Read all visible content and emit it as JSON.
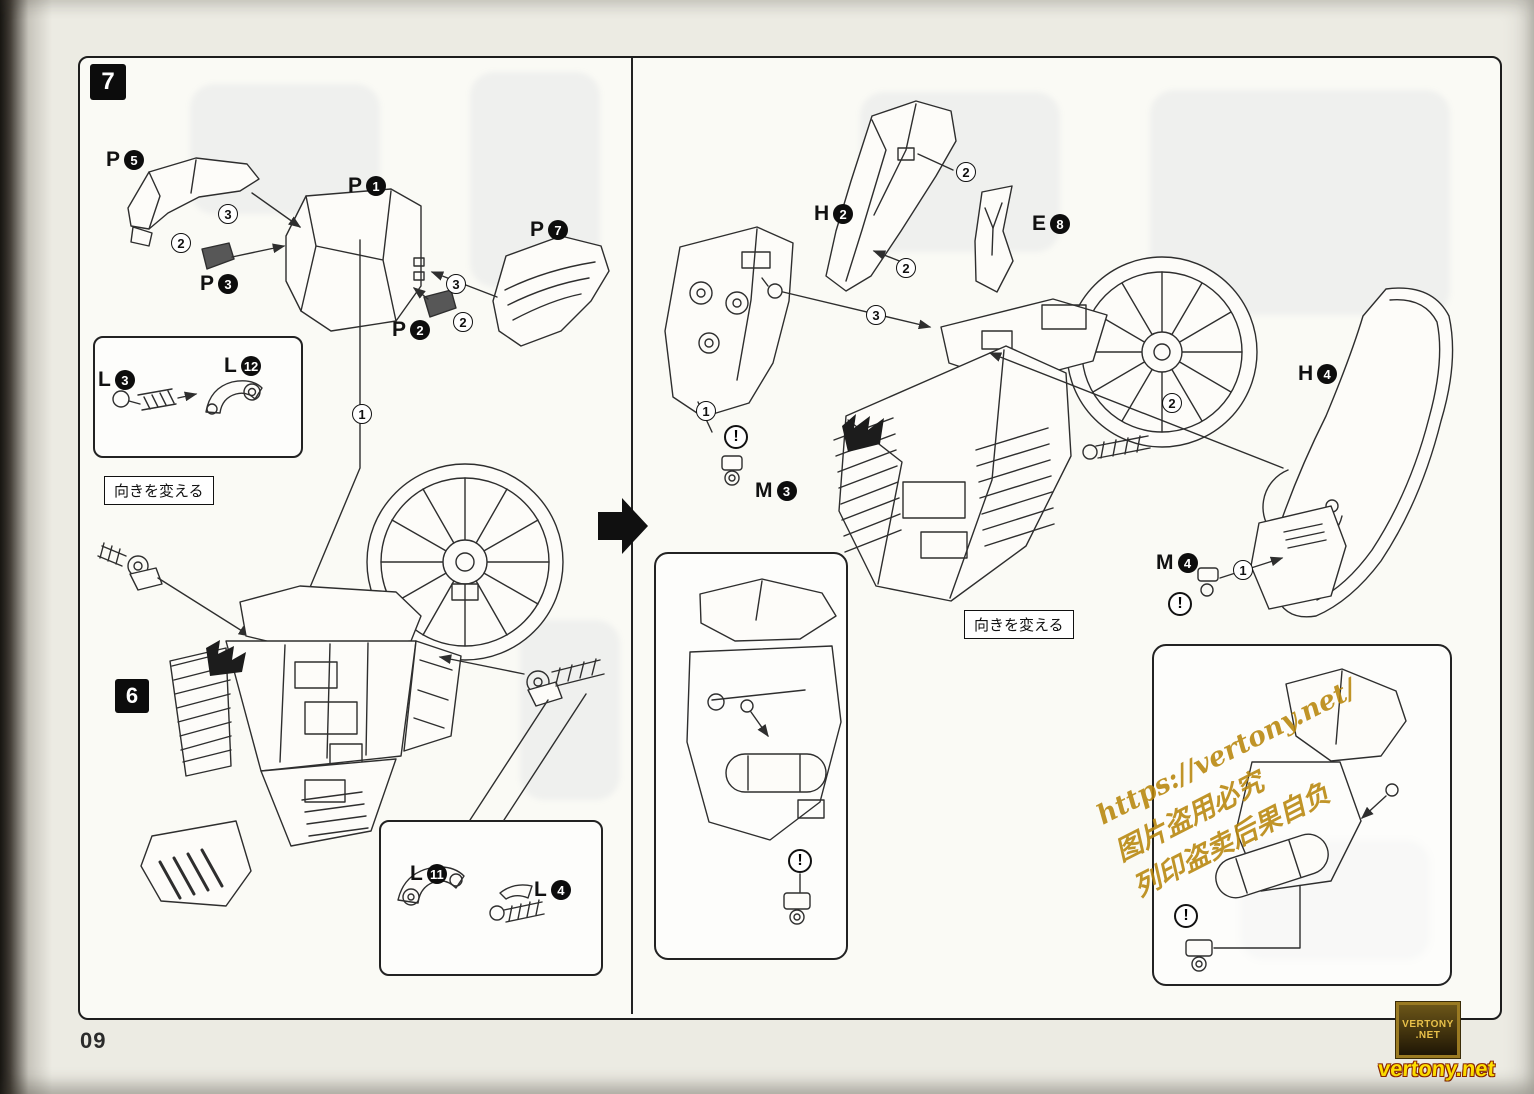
{
  "page": {
    "number": "09",
    "step": "7",
    "substep": "6"
  },
  "notes": {
    "direction": "向きを変える",
    "caution": "!"
  },
  "callouts": {
    "one": "1",
    "two": "2",
    "three": "3"
  },
  "parts": {
    "p5": {
      "letter": "P",
      "num": "5"
    },
    "p1": {
      "letter": "P",
      "num": "1"
    },
    "p7": {
      "letter": "P",
      "num": "7"
    },
    "p3": {
      "letter": "P",
      "num": "3"
    },
    "p2": {
      "letter": "P",
      "num": "2"
    },
    "l3": {
      "letter": "L",
      "num": "3"
    },
    "l12": {
      "letter": "L",
      "num": "12"
    },
    "l11": {
      "letter": "L",
      "num": "11"
    },
    "l4": {
      "letter": "L",
      "num": "4"
    },
    "h2": {
      "letter": "H",
      "num": "2"
    },
    "e8": {
      "letter": "E",
      "num": "8"
    },
    "h4": {
      "letter": "H",
      "num": "4"
    },
    "m3": {
      "letter": "M",
      "num": "3"
    },
    "m4": {
      "letter": "M",
      "num": "4"
    }
  },
  "watermark": {
    "badge_line1": "VERTONY",
    "badge_line2": ".NET",
    "site": "vertony.net",
    "diagonal": [
      "https://vertony.net/",
      "图片盗用必究",
      "列印盗卖后果自负"
    ]
  },
  "colors": {
    "line": "#2e2e2e",
    "paper": "#ecebe3",
    "watermark_gold": "#b8860b",
    "site_yellow": "#ffe000"
  }
}
